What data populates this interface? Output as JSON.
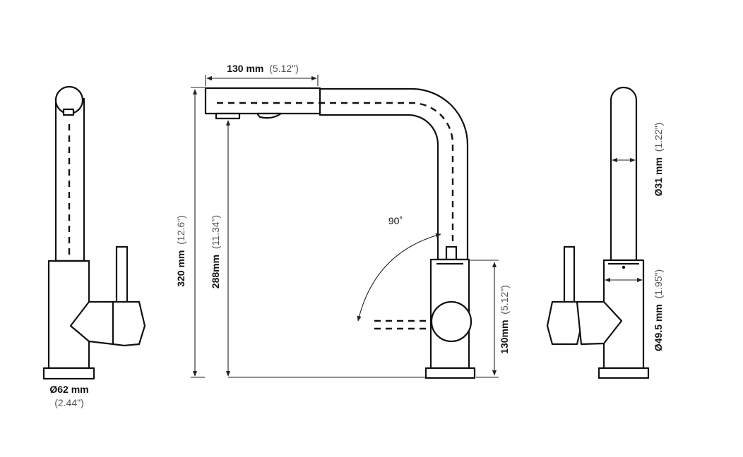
{
  "front": {
    "dia_base_value": "Ø62 mm",
    "dia_base_inch": "(2.44\")"
  },
  "side": {
    "spout_length_value": "130 mm",
    "spout_length_inch": "(5.12\")",
    "total_height_value": "320 mm",
    "total_height_inch": "(12.6\")",
    "outlet_height_value": "288mm",
    "outlet_height_inch": "(11.34\")",
    "body_height_value": "130mm",
    "body_height_inch": "(5.12\")",
    "rotation_label": "90˚"
  },
  "back": {
    "dia_spout_value": "Ø31 mm",
    "dia_spout_inch": "(1.22\")",
    "dia_body_value": "Ø49.5 mm",
    "dia_body_inch": "(1.95\")"
  }
}
